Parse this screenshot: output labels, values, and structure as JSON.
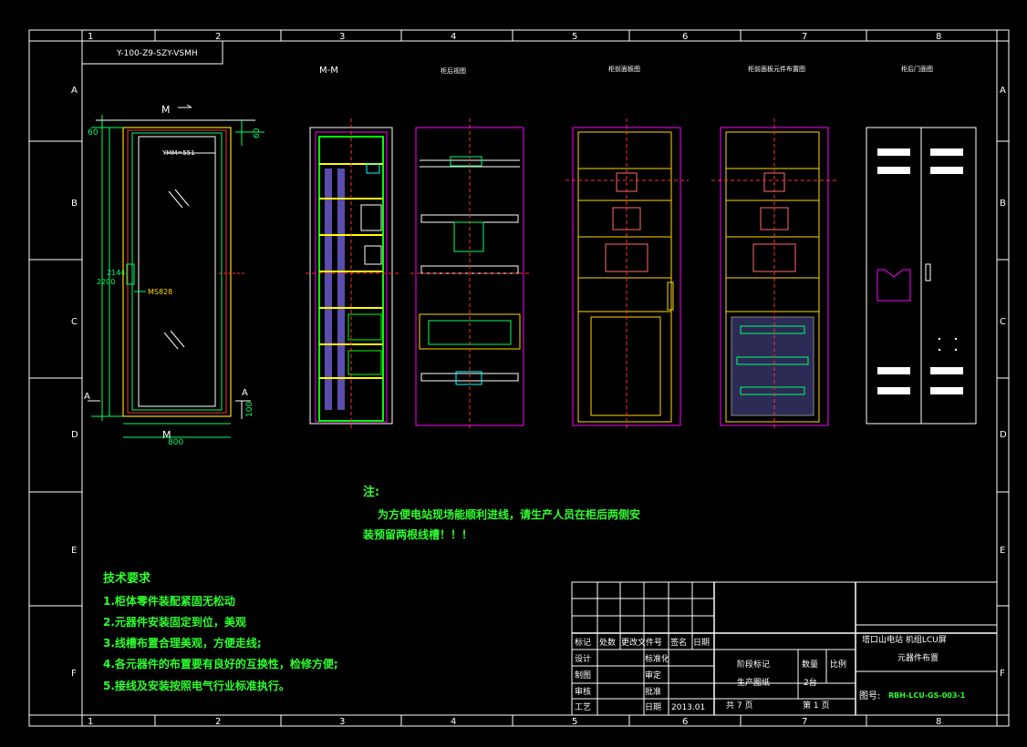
{
  "drawing": {
    "code_box": "Y-100-Z9-SZY-VSMH",
    "view_titles": [
      "M-M",
      "柜后视图",
      "柜前面板图",
      "柜前面板元件布置图",
      "柜后门面图"
    ],
    "markers": {
      "section_top": "M",
      "section_bottom": "M",
      "cut_left": "A",
      "cut_right": "A"
    },
    "dims": {
      "d60_left": "60",
      "d60_right": "60",
      "d2200": "2200",
      "d2144": "2144",
      "d100": "100",
      "d800": "800",
      "window_dim": "YMM=551",
      "ms_label": "MS828"
    },
    "col_numbers": [
      "1",
      "2",
      "3",
      "4",
      "5",
      "6",
      "7",
      "8"
    ],
    "row_letters": [
      "A",
      "B",
      "C",
      "D",
      "E",
      "F"
    ]
  },
  "note": {
    "title": "注:",
    "line1": "为方便电站现场能顺利进线，请生产人员在柜后两侧安",
    "line2": "装预留两根线槽！！！"
  },
  "tech": {
    "title": "技术要求",
    "items": [
      "1.柜体零件装配紧固无松动",
      "2.元器件安装固定到位，美观",
      "3.线槽布置合理美观，方便走线;",
      "4.各元器件的布置要有良好的互换性，检修方便;",
      "5.接线及安装按照电气行业标准执行。"
    ]
  },
  "title_block": {
    "hdr": [
      "标记",
      "处数",
      "更改文件号",
      "签名",
      "日期"
    ],
    "design": "设计",
    "std": "标准化",
    "draw": "制图",
    "review": "审定",
    "check": "审核",
    "approve": "批准",
    "process": "工艺",
    "date_label": "日期",
    "date": "2013.01",
    "stage_label": "阶段标记",
    "qty_label": "数量",
    "scale_label": "比例",
    "stage": "生产图纸",
    "qty": "2台",
    "total_pages": "共 7 页",
    "page_no": "第 1 页",
    "project": "塔口山电站 机组LCU屏",
    "sheet_name": "元器件布置",
    "drawing_no_label": "图号:",
    "drawing_no": "RBH-LCU-GS-003-1"
  }
}
